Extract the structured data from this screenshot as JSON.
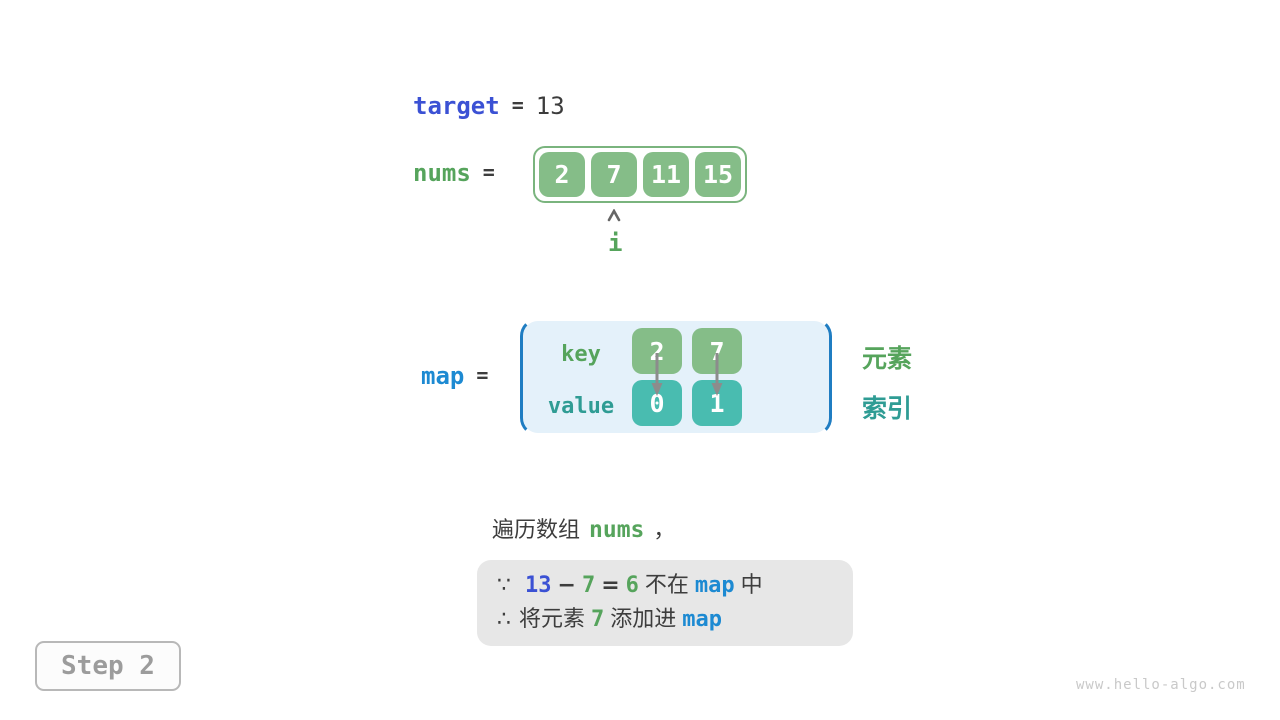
{
  "colors": {
    "indigo_code": "#3b51d4",
    "green_code": "#56a45c",
    "teal_code": "#2f9c94",
    "cyan_code": "#1d8ad2",
    "cell_green_fill": "#85bd88",
    "cell_teal_fill": "#49bcb0",
    "array_border_green": "#7ab47e",
    "map_box_fill": "#e4f1fa",
    "map_bracket_blue": "#1f7dc2",
    "dark_text": "#3d3d3d",
    "reason_box_fill": "#e7e7e7",
    "step_gray": "#9c9c9c",
    "watermark_gray": "#c9c9c9",
    "arrow_gray": "#8c8c8c"
  },
  "target_row": {
    "var": "target",
    "eq": "=",
    "value": "13"
  },
  "nums_row": {
    "var": "nums",
    "eq": "=",
    "cells": [
      "2",
      "7",
      "11",
      "15"
    ],
    "pointer_label": "i"
  },
  "map_row": {
    "var": "map",
    "eq": "=",
    "key_label": "key",
    "value_label": "value",
    "keys": [
      "2",
      "7"
    ],
    "values": [
      "0",
      "1"
    ],
    "side_element_label": "元素",
    "side_index_label": "索引"
  },
  "caption": {
    "prefix": "遍历数组",
    "var": "nums",
    "comma": "，"
  },
  "reason_box": {
    "because_sign": "∵",
    "line1": {
      "target": "13",
      "minus": "−",
      "num": "7",
      "eq": "=",
      "diff": "6",
      "not_in": "不在",
      "map": "map",
      "suffix": "中"
    },
    "therefore_sign": "∴",
    "line2": {
      "prefix": "将元素",
      "num": "7",
      "action": "添加进",
      "map": "map"
    }
  },
  "step_badge": "Step 2",
  "watermark": "www.hello-algo.com"
}
